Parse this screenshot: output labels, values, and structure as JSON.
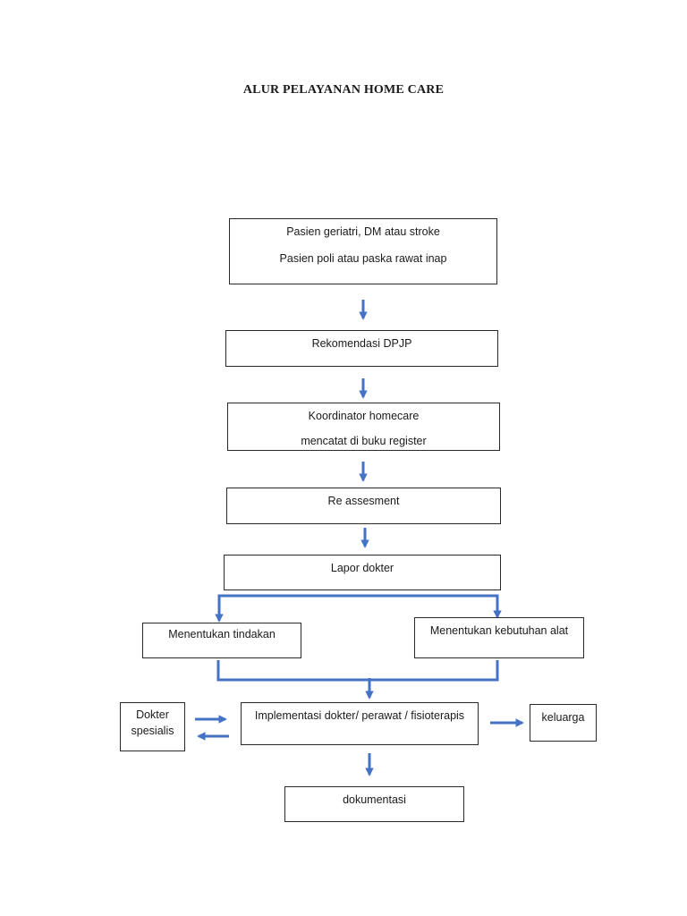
{
  "title": "ALUR PELAYANAN HOME CARE",
  "colors": {
    "arrow": "#4472C4",
    "border": "#2a2a2a"
  },
  "nodes": {
    "patients": {
      "line1": "Pasien geriatri, DM atau stroke",
      "line2": "Pasien poli atau paska rawat inap"
    },
    "recommendation": {
      "label": "Rekomendasi DPJP"
    },
    "coordinator": {
      "line1": "Koordinator homecare",
      "line2": "mencatat di buku register"
    },
    "reassessment": {
      "label": "Re assesment"
    },
    "report": {
      "label": "Lapor dokter"
    },
    "action": {
      "label": "Menentukan tindakan"
    },
    "equipment": {
      "label": "Menentukan kebutuhan alat"
    },
    "specialist": {
      "line1": "Dokter",
      "line2": "spesialis"
    },
    "implementation": {
      "label": "Implementasi dokter/ perawat / fisioterapis"
    },
    "family": {
      "label": "keluarga"
    },
    "documentation": {
      "label": "dokumentasi"
    }
  }
}
